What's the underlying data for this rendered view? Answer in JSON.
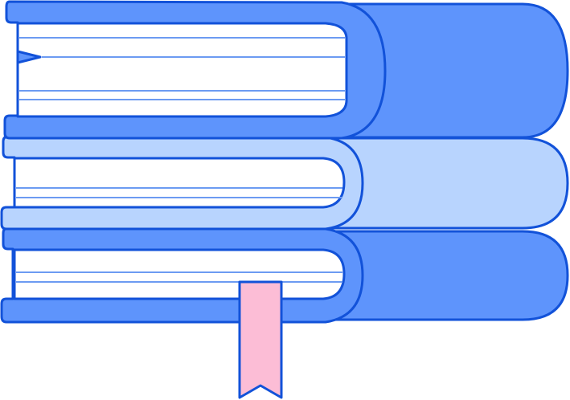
{
  "illustration": {
    "icon": "book-stack-icon",
    "colors": {
      "outline": "#1252d9",
      "book_dark": "#5e94fc",
      "book_light": "#b8d4fe",
      "pages": "#ffffff",
      "page_lines": "#6c9bf2",
      "bookmark": "#fcbdd6",
      "background": "#ffffff"
    },
    "books": [
      {
        "name": "top",
        "tone": "dark"
      },
      {
        "name": "middle",
        "tone": "light"
      },
      {
        "name": "bottom",
        "tone": "dark"
      }
    ],
    "bookmark": {
      "present": true
    }
  }
}
